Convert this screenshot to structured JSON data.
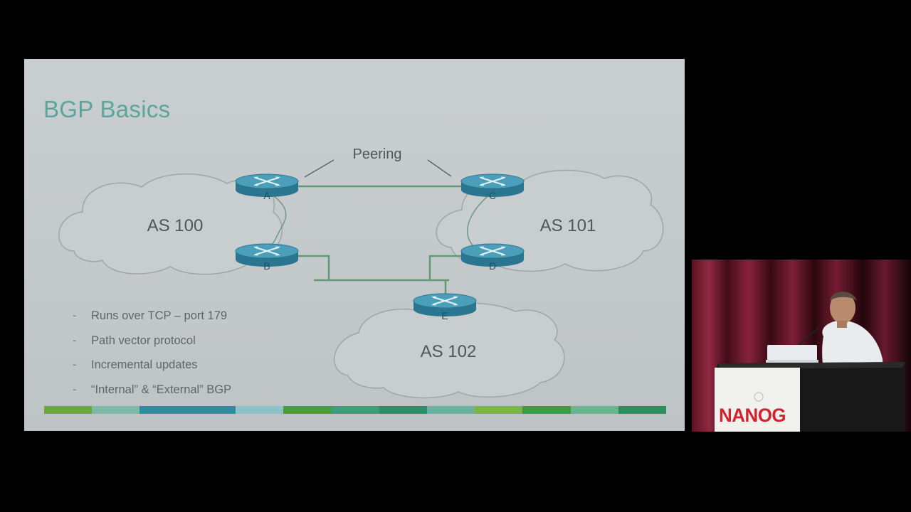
{
  "slide": {
    "title": "BGP Basics",
    "peering_label": "Peering",
    "as_labels": {
      "as100": "AS 100",
      "as101": "AS 101",
      "as102": "AS 102"
    },
    "routers": {
      "a": "A",
      "b": "B",
      "c": "C",
      "d": "D",
      "e": "E"
    },
    "bullets": [
      "Runs over TCP – port 179",
      "Path vector protocol",
      "Incremental updates",
      "“Internal” & “External” BGP"
    ],
    "colors": {
      "title": "#5aa69c",
      "link": "#5f9a72",
      "router_body": "#2f7f98",
      "router_top": "#4ea2bc",
      "cloud_fill": "#c8cdcf",
      "cloud_stroke": "#9ea6a9",
      "text": "#5f6668"
    },
    "color_bar": [
      "#6aa83a",
      "#7fb8a6",
      "#2f8d9e",
      "#2f8d9e",
      "#8fc2c6",
      "#4d9c3c",
      "#3aa07a",
      "#2f8e6a",
      "#6ab1a0",
      "#7bb640",
      "#3f9a48",
      "#6bb58e",
      "#2f8e5e"
    ]
  },
  "speaker_view": {
    "podium_label": "NANOG"
  }
}
